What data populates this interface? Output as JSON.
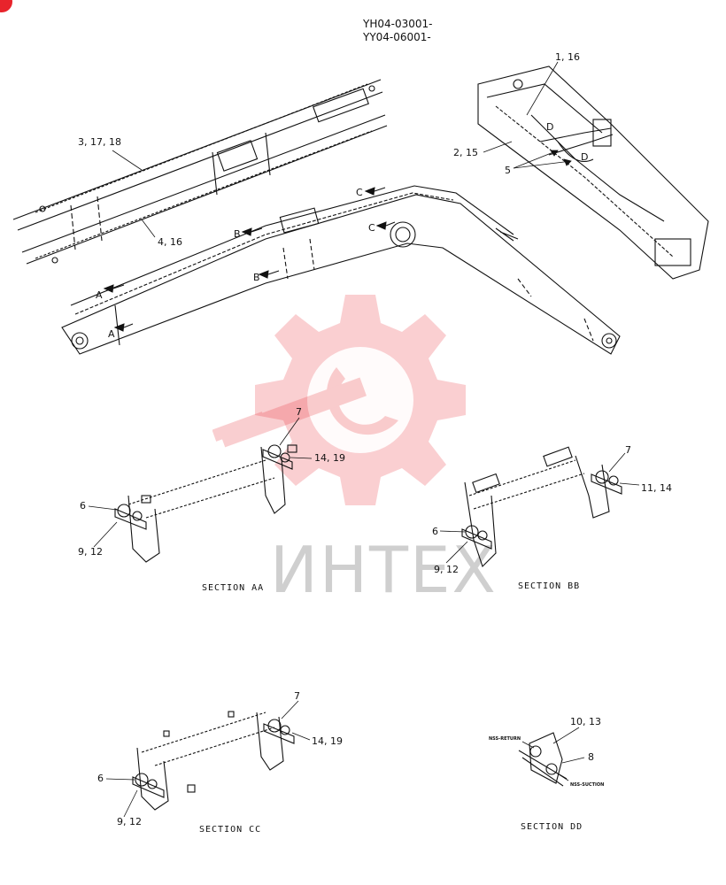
{
  "header": {
    "serial_line_1": "YH04-03001-",
    "serial_line_2": "YY04-06001-"
  },
  "callouts": {
    "arm_top": "3, 17, 18",
    "arm_bottom": "4, 16",
    "upper_1": "1, 16",
    "upper_2": "2, 15",
    "upper_5": "5",
    "aa_7": "7",
    "aa_14_19": "14, 19",
    "aa_6": "6",
    "aa_9_12": "9, 12",
    "bb_7": "7",
    "bb_11_14": "11, 14",
    "bb_6": "6",
    "bb_9_12": "9, 12",
    "cc_7": "7",
    "cc_14_19": "14, 19",
    "cc_6": "6",
    "cc_9_12": "9, 12",
    "dd_10_13": "10, 13",
    "dd_8": "8"
  },
  "section_markers": {
    "a": "A",
    "b": "B",
    "c": "C",
    "d": "D"
  },
  "hose_labels": {
    "return": "NSS-RETURN",
    "suction": "NSS-SUCTION"
  },
  "sections": {
    "aa": "SECTION AA",
    "bb": "SECTION BB",
    "cc": "SECTION CC",
    "dd": "SECTION DD"
  },
  "watermark": {
    "text": "ИНТЕХ",
    "color": "#e8242c"
  }
}
